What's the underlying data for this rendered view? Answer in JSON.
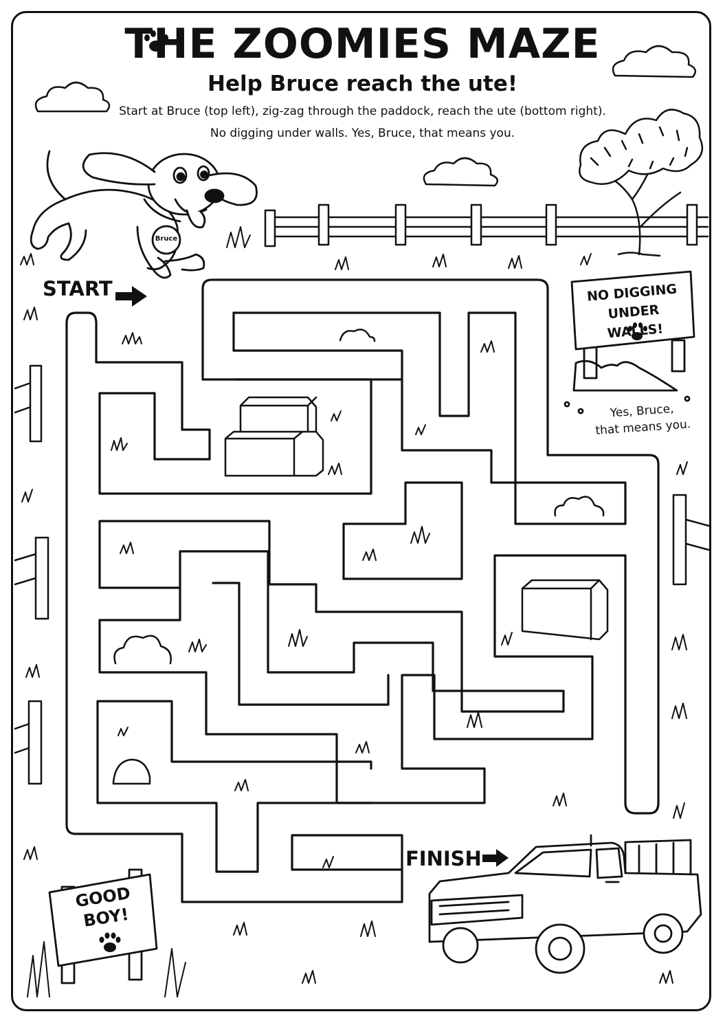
{
  "header": {
    "title": "THE ZOOMIES MAZE",
    "subtitle": "Help Bruce reach the ute!",
    "instructions_line1": "Start at Bruce (top left), zig-zag through the paddock, reach the ute (bottom right).",
    "instructions_line2": "No digging under walls.  Yes, Bruce, that means you."
  },
  "maze": {
    "start_label": "START",
    "finish_label": "FINISH"
  },
  "dog": {
    "collar_tag": "Bruce"
  },
  "sign_no_digging": {
    "line1": "NO DIGGING",
    "line2": "UNDER WALLS!"
  },
  "note": {
    "line1": "Yes, Bruce,",
    "line2": "that means you."
  },
  "sign_good_boy": {
    "line1": "GOOD",
    "line2": "BOY!"
  },
  "icons": [
    "paw-icon",
    "arrow-right-icon",
    "cloud-icon",
    "tree-icon",
    "fence-icon",
    "hay-bale-icon",
    "bush-icon",
    "grass-icon",
    "rock-icon",
    "ute-icon",
    "dog-icon"
  ],
  "colors": {
    "ink": "#111111",
    "paper": "#ffffff"
  }
}
